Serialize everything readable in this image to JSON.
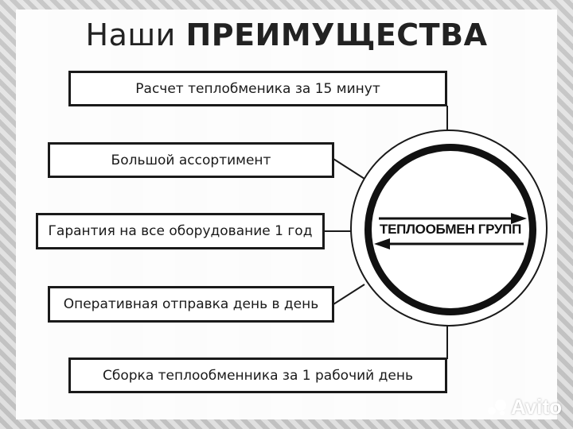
{
  "title": {
    "normal": "Наши",
    "bold": "ПРЕИМУЩЕСТВА"
  },
  "items": [
    "Расчет теплобменика за 15 минут",
    "Большой ассортимент",
    "Гарантия на все оборудование 1 год",
    "Оперативная отправка день в день",
    "Сборка теплообменника за 1 рабочий день"
  ],
  "logo": {
    "text": "ТЕПЛООБМЕН ГРУПП"
  },
  "watermark": {
    "text": "Avito"
  }
}
